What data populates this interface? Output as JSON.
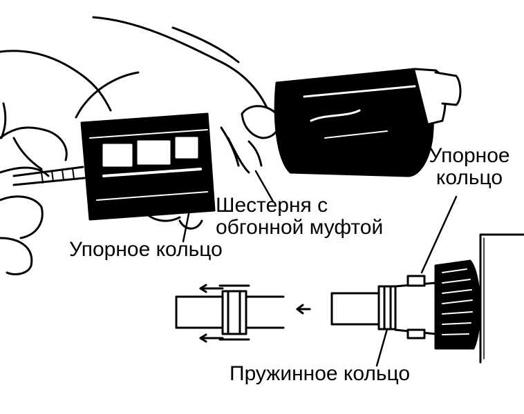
{
  "labels": {
    "thrust_ring_right_line1": "Упорное",
    "thrust_ring_right_line2": "кольцо",
    "gear_line1": "Шестерня с",
    "gear_line2": "обгонной муфтой",
    "thrust_ring_left": "Упорное кольцо",
    "spring_ring": "Пружинное кольцо"
  },
  "colors": {
    "ink": "#000000",
    "paper": "#ffffff"
  }
}
